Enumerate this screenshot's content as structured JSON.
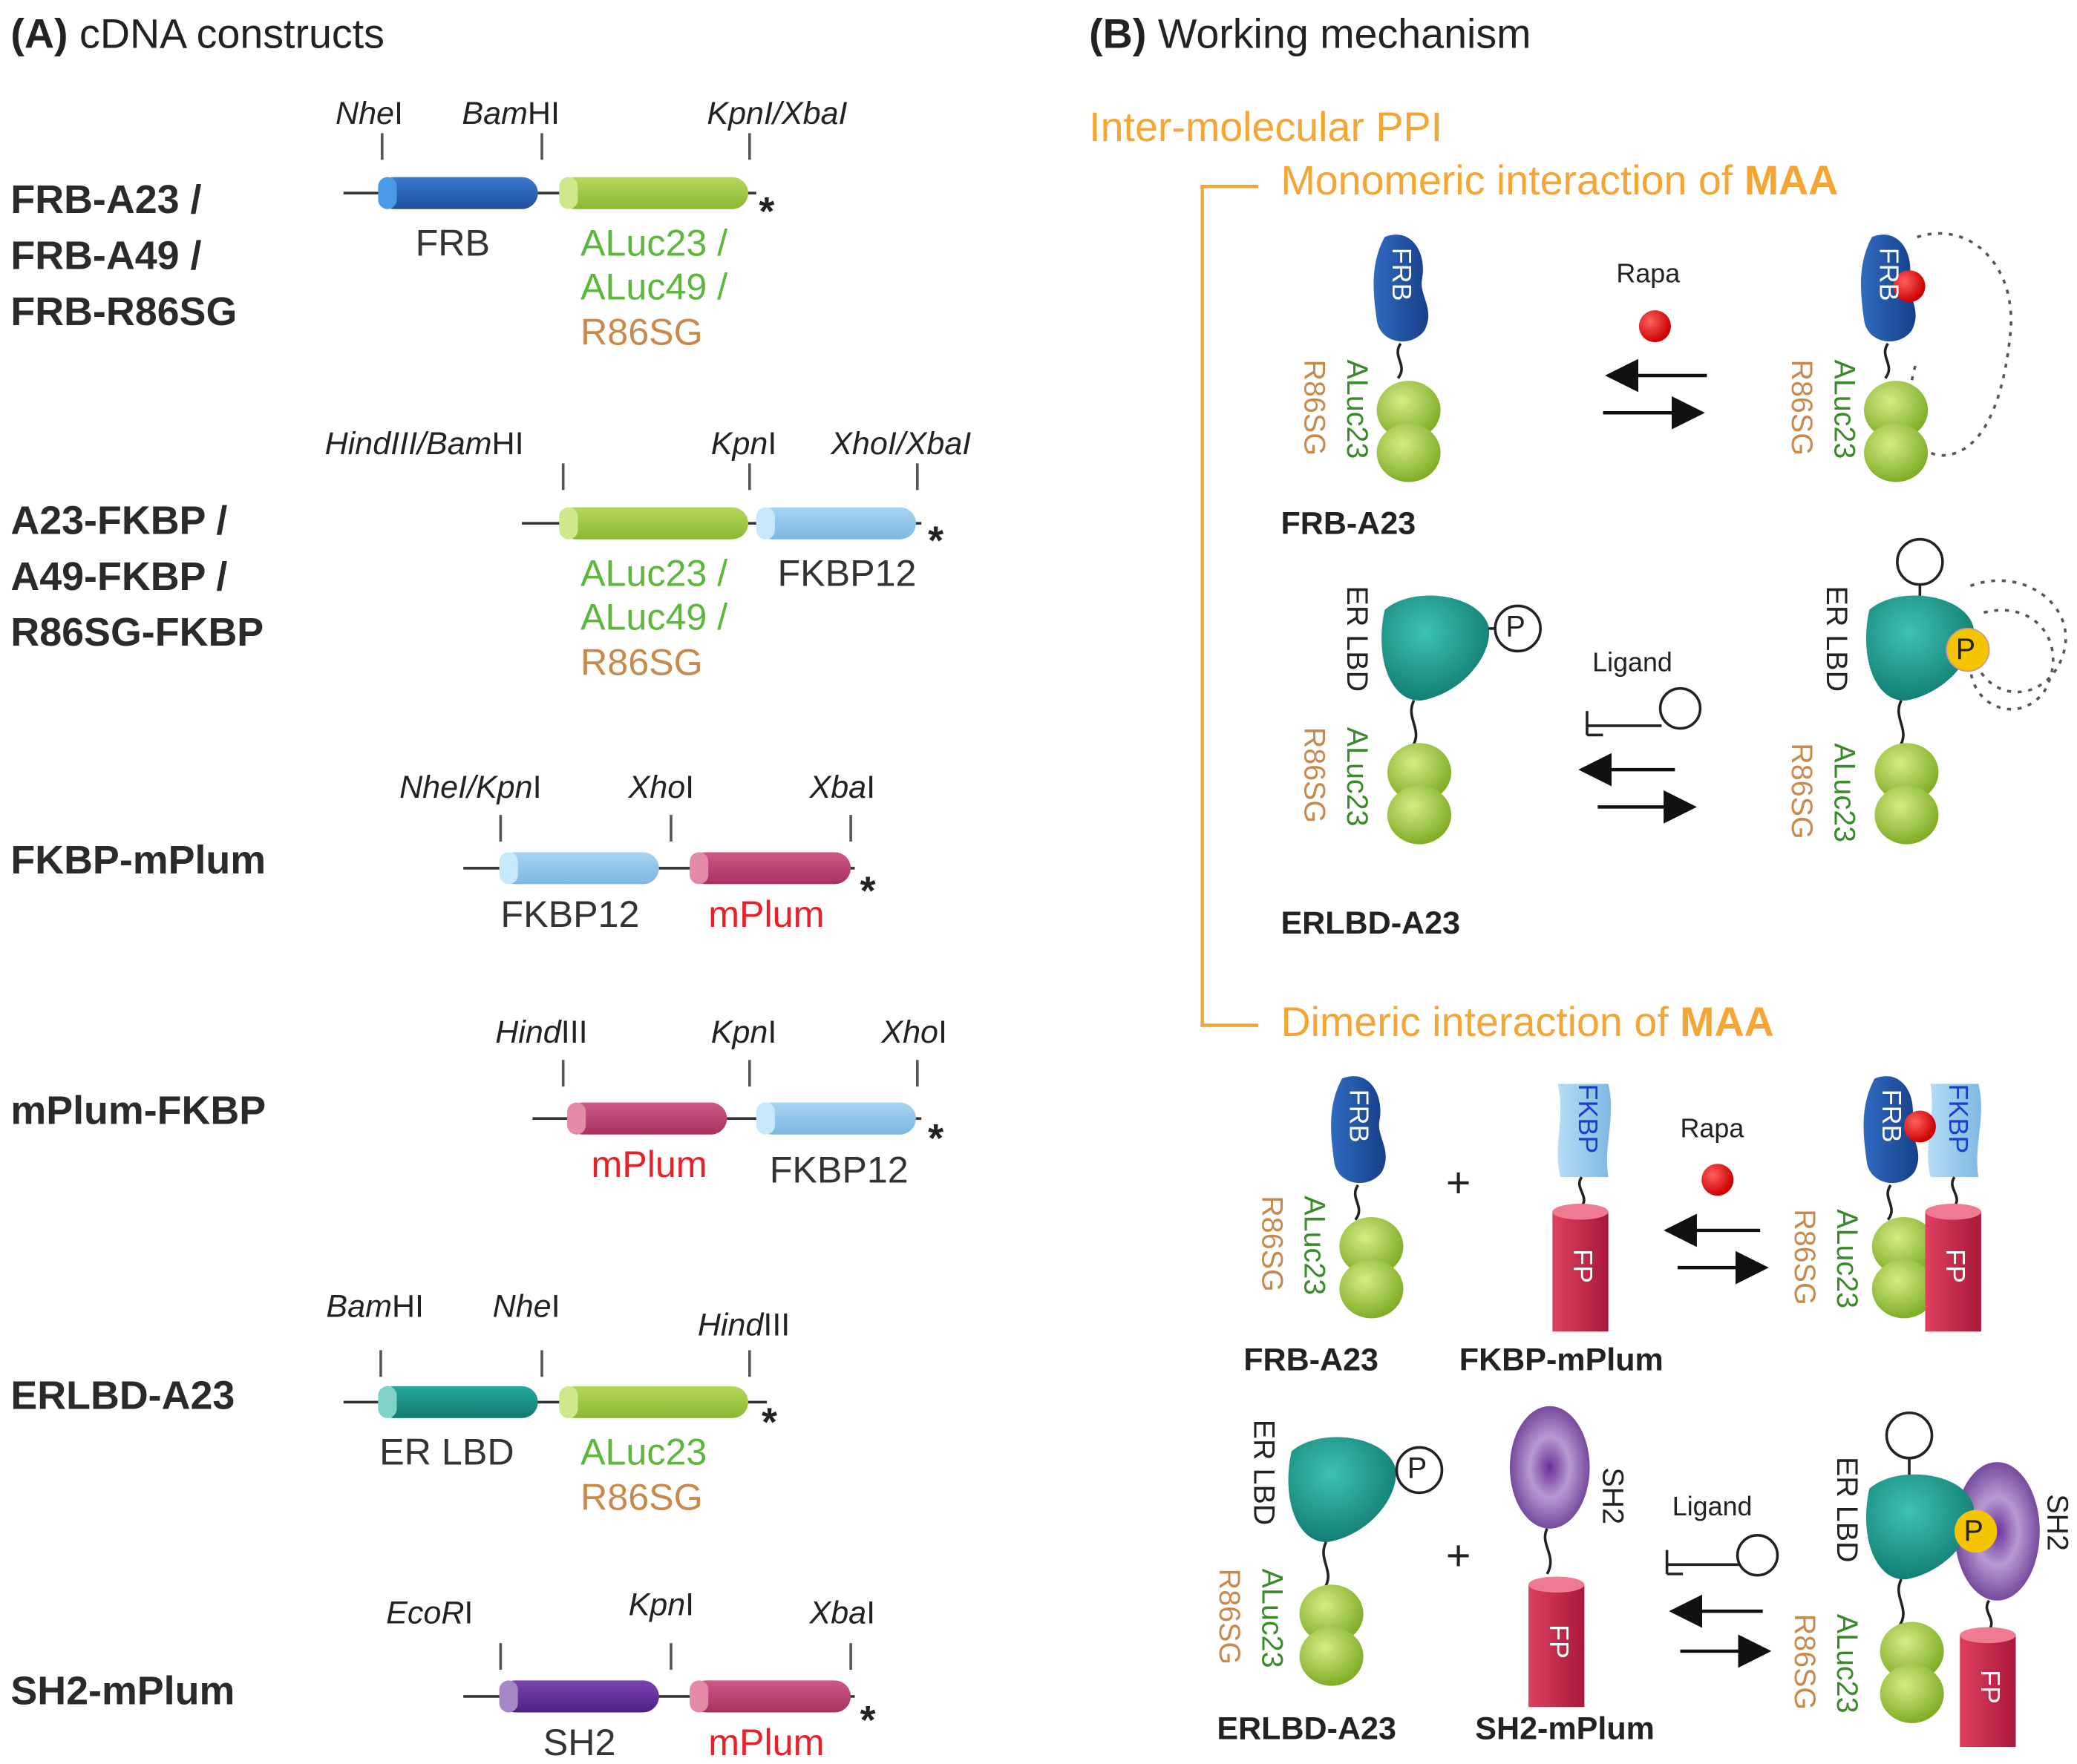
{
  "panelA": {
    "letter": "(A)",
    "title": "cDNA constructs",
    "constructs": [
      {
        "label": "FRB-A23 /\nFRB-A49 /\nFRB-R86SG",
        "sites": [
          {
            "i": "Nhe",
            "n": "I"
          },
          {
            "i": "Bam",
            "n": "HI"
          },
          {
            "i": "KpnI/XbaI",
            "n": ""
          }
        ],
        "seg_labels": [
          "FRB",
          "ALuc23 /",
          "ALuc49 /",
          "R86SG"
        ]
      },
      {
        "label": "A23-FKBP /\nA49-FKBP /\nR86SG-FKBP",
        "sites": [
          {
            "i": "HindIII/Bam",
            "n": "HI"
          },
          {
            "i": "Kpn",
            "n": "I"
          },
          {
            "i": "XhoI/XbaI",
            "n": ""
          }
        ],
        "seg_labels": [
          "ALuc23 /",
          "ALuc49 /",
          "R86SG",
          "FKBP12"
        ]
      },
      {
        "label": "FKBP-mPlum",
        "sites": [
          {
            "i": "NheI/Kpn",
            "n": "I"
          },
          {
            "i": "Xho",
            "n": "I"
          },
          {
            "i": "Xba",
            "n": "I"
          }
        ],
        "seg_labels": [
          "FKBP12",
          "mPlum"
        ]
      },
      {
        "label": "mPlum-FKBP",
        "sites": [
          {
            "i": "Hind",
            "n": "III"
          },
          {
            "i": "Kpn",
            "n": "I"
          },
          {
            "i": "Xho",
            "n": "I"
          }
        ],
        "seg_labels": [
          "mPlum",
          "FKBP12"
        ]
      },
      {
        "label": "ERLBD-A23",
        "sites": [
          {
            "i": "Bam",
            "n": "HI"
          },
          {
            "i": "Nhe",
            "n": "I"
          },
          {
            "i": "Hind",
            "n": "III"
          }
        ],
        "seg_labels": [
          "ER LBD",
          "ALuc23",
          "R86SG"
        ]
      },
      {
        "label": "SH2-mPlum",
        "sites": [
          {
            "i": "EcoR",
            "n": "I"
          },
          {
            "i": "Kpn",
            "n": "I"
          },
          {
            "i": "Xba",
            "n": "I"
          }
        ],
        "seg_labels": [
          "SH2",
          "mPlum"
        ]
      }
    ],
    "stop_mark": "*"
  },
  "panelB": {
    "letter": "(B)",
    "title": "Working mechanism",
    "heading": "Inter-molecular PPI",
    "mono_title": "Monomeric interaction of ",
    "di_title": "Dimeric interaction of ",
    "maa": "MAA",
    "rapa": "Rapa",
    "ligand": "Ligand",
    "plus": "+",
    "frb": "FRB",
    "fkbp": "FKBP",
    "fp": "FP",
    "sh2": "SH2",
    "erlbd": "ER LBD",
    "aluc23": "ALuc23",
    "r86sg": "R86SG",
    "p": "P",
    "names": {
      "frb_a23": "FRB-A23",
      "erlbd_a23": "ERLBD-A23",
      "fkbp_mplum": "FKBP-mPlum",
      "sh2_mplum": "SH2-mPlum"
    }
  },
  "colors": {
    "frb": "#1E4E9C",
    "aluc": "#9BC53D",
    "fkbp": "#8EC4E8",
    "mplum": "#B8386E",
    "erlbd": "#1A9A8E",
    "sh2": "#5B2A8C",
    "orange": "#F3A633",
    "green_text": "#5CB83A",
    "brown_text": "#C8894D",
    "red_text": "#E8202A"
  }
}
